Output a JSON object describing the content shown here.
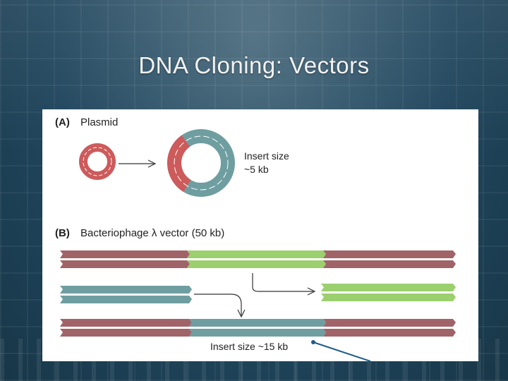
{
  "slide": {
    "title": "DNA Cloning: Vectors"
  },
  "figure": {
    "panel_a": {
      "letter": "(A)",
      "label": "Plasmid",
      "insert_line1": "Insert size",
      "insert_line2": "~5 kb"
    },
    "panel_b": {
      "letter": "(B)",
      "label": "Bacteriophage λ vector (50 kb)",
      "insert_label": "Insert size ~15 kb"
    },
    "colors": {
      "vector": "#a06468",
      "insert": "#6f9ea1",
      "plasmid_red": "#cd5b5b",
      "replaced_segment": "#9ccf6e",
      "pointer": "#1f5c8a"
    }
  }
}
